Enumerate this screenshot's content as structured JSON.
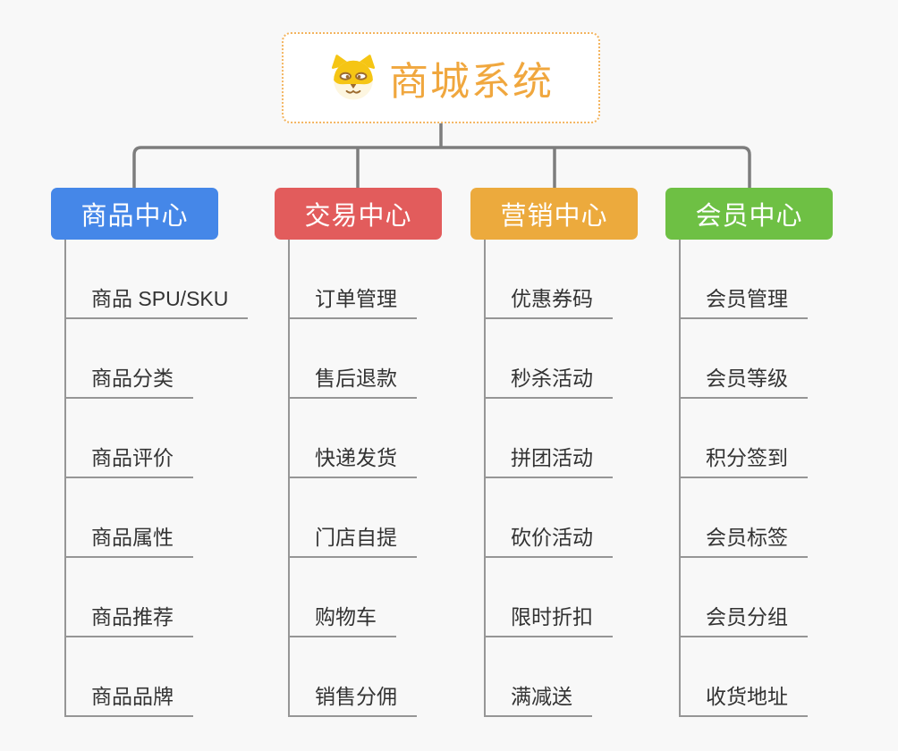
{
  "root": {
    "title": "商城系统",
    "icon": "dog-face-icon"
  },
  "colors": {
    "background": "#f8f8f8",
    "connector": "#7d7d7d",
    "line": "#969696",
    "text": "#333333",
    "root_border": "#f3b45f",
    "root_title": "#f0a73e"
  },
  "branches": [
    {
      "label": "商品中心",
      "color": "#4587e8",
      "items": [
        "商品 SPU/SKU",
        "商品分类",
        "商品评价",
        "商品属性",
        "商品推荐",
        "商品品牌"
      ]
    },
    {
      "label": "交易中心",
      "color": "#e25c5c",
      "items": [
        "订单管理",
        "售后退款",
        "快递发货",
        "门店自提",
        "购物车",
        "销售分佣"
      ]
    },
    {
      "label": "营销中心",
      "color": "#ecaa3d",
      "items": [
        "优惠券码",
        "秒杀活动",
        "拼团活动",
        "砍价活动",
        "限时折扣",
        "满减送"
      ]
    },
    {
      "label": "会员中心",
      "color": "#6ec044",
      "items": [
        "会员管理",
        "会员等级",
        "积分签到",
        "会员标签",
        "会员分组",
        "收货地址"
      ]
    }
  ]
}
